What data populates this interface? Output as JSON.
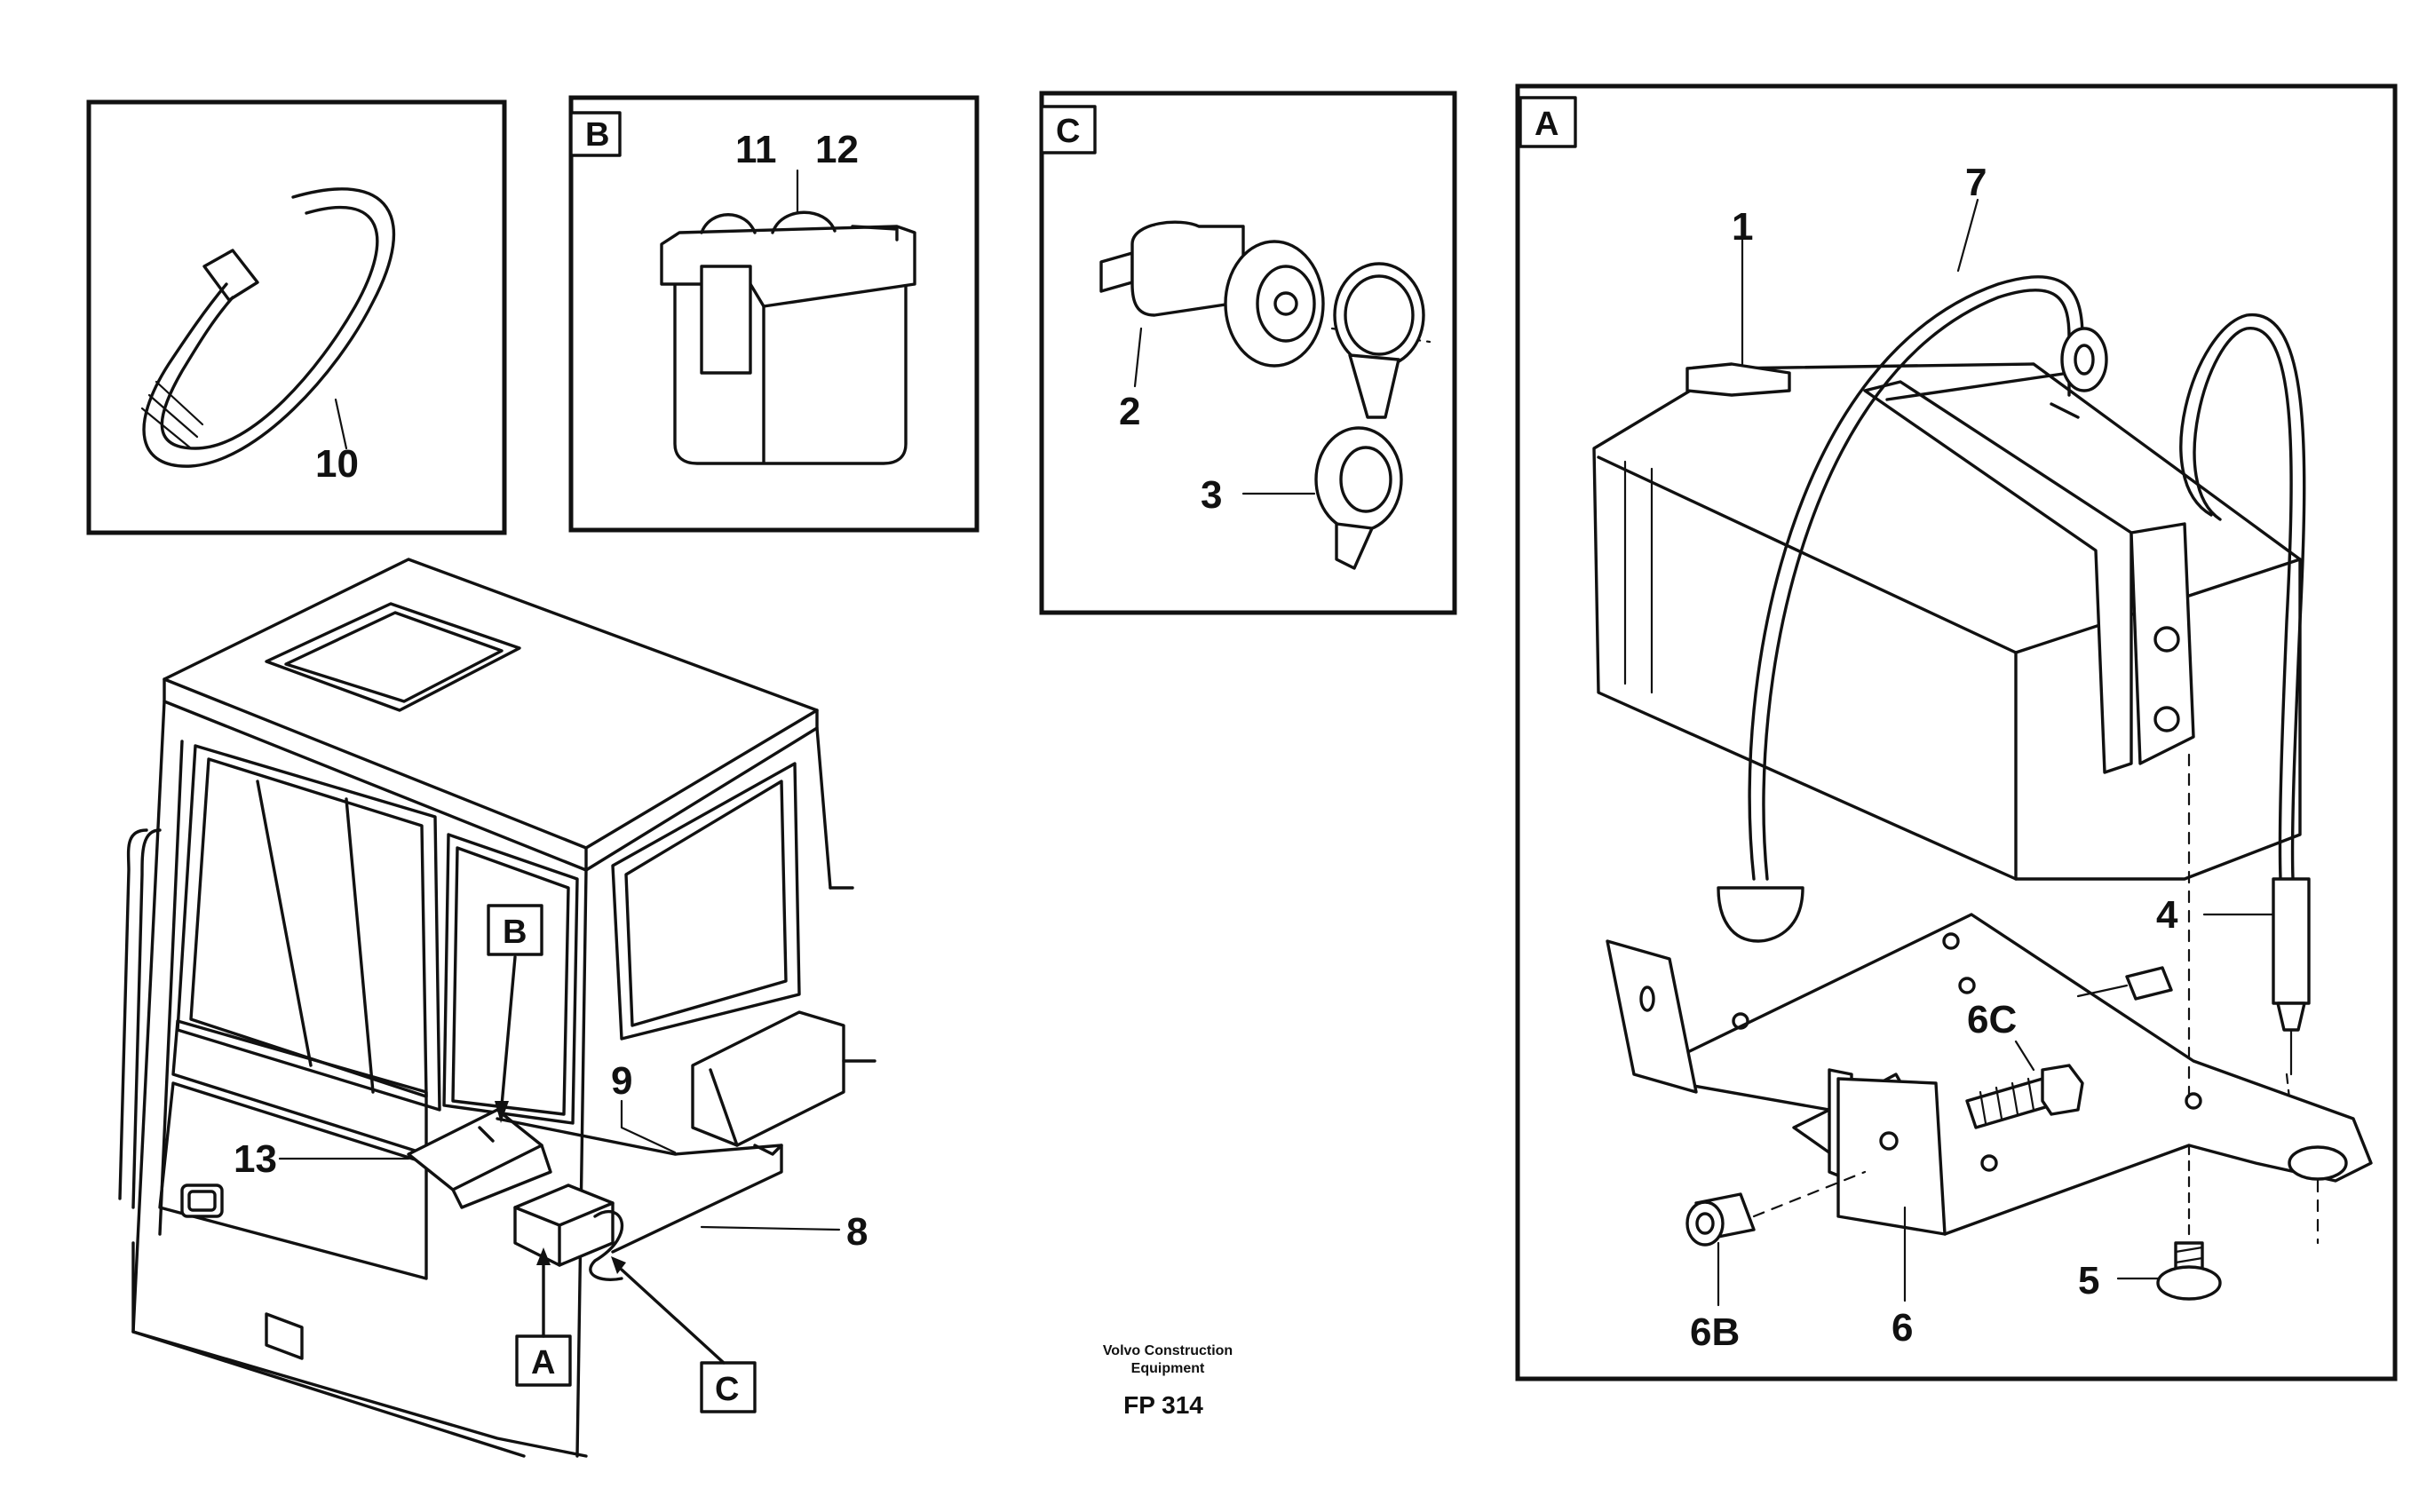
{
  "panels": {
    "panel_1": {
      "parts": [
        "10"
      ]
    },
    "panel_b": {
      "title": "B",
      "parts": [
        "11",
        "12"
      ]
    },
    "panel_c": {
      "title": "C",
      "parts": [
        "2",
        "3"
      ]
    },
    "panel_a": {
      "title": "A",
      "parts": [
        "1",
        "7",
        "4",
        "6C",
        "5",
        "6B",
        "6"
      ]
    }
  },
  "cab": {
    "callouts": [
      "B",
      "A",
      "C"
    ],
    "parts": [
      "9",
      "13",
      "8"
    ]
  },
  "footer": {
    "brand_line1": "Volvo Construction",
    "brand_line2": "Equipment",
    "code": "FP 314"
  },
  "colors": {
    "ink": "#111111",
    "paper": "#ffffff"
  }
}
